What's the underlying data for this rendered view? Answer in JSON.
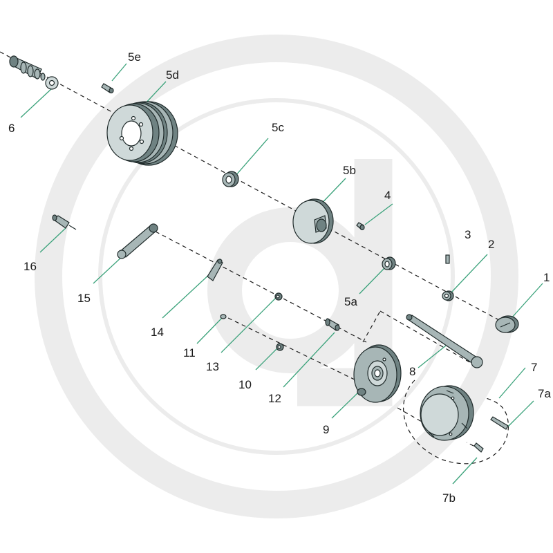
{
  "watermark": {
    "color": "#ececec"
  },
  "colors": {
    "part_fill": "#a7b6b6",
    "part_dark": "#6f8282",
    "leader": "#3aa27a",
    "line": "#1a1a1a"
  },
  "parts": [
    {
      "id": "1",
      "label": "1"
    },
    {
      "id": "2",
      "label": "2"
    },
    {
      "id": "3",
      "label": "3"
    },
    {
      "id": "4",
      "label": "4"
    },
    {
      "id": "5a",
      "label": "5a"
    },
    {
      "id": "5b",
      "label": "5b"
    },
    {
      "id": "5c",
      "label": "5c"
    },
    {
      "id": "5d",
      "label": "5d"
    },
    {
      "id": "5e",
      "label": "5e"
    },
    {
      "id": "6",
      "label": "6"
    },
    {
      "id": "7",
      "label": "7"
    },
    {
      "id": "7a",
      "label": "7a"
    },
    {
      "id": "7b",
      "label": "7b"
    },
    {
      "id": "8",
      "label": "8"
    },
    {
      "id": "9",
      "label": "9"
    },
    {
      "id": "10",
      "label": "10"
    },
    {
      "id": "11",
      "label": "11"
    },
    {
      "id": "12",
      "label": "12"
    },
    {
      "id": "13",
      "label": "13"
    },
    {
      "id": "14",
      "label": "14"
    },
    {
      "id": "15",
      "label": "15"
    },
    {
      "id": "16",
      "label": "16"
    }
  ]
}
